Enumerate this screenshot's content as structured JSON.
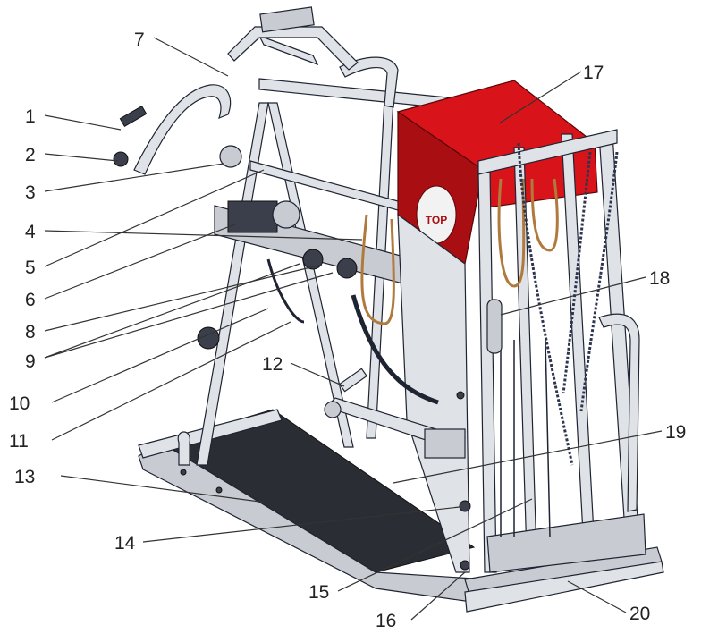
{
  "diagram": {
    "labels": [
      "1",
      "2",
      "3",
      "4",
      "5",
      "6",
      "7",
      "8",
      "9",
      "10",
      "11",
      "12",
      "13",
      "14",
      "15",
      "16",
      "17",
      "18",
      "19",
      "20"
    ],
    "logo_text": "TOP",
    "colors": {
      "cover": "#d8141a",
      "frame": "#dfe2e6",
      "outline": "#1f2433",
      "floor": "#2a2d33",
      "strap": "#b07a3c"
    }
  }
}
